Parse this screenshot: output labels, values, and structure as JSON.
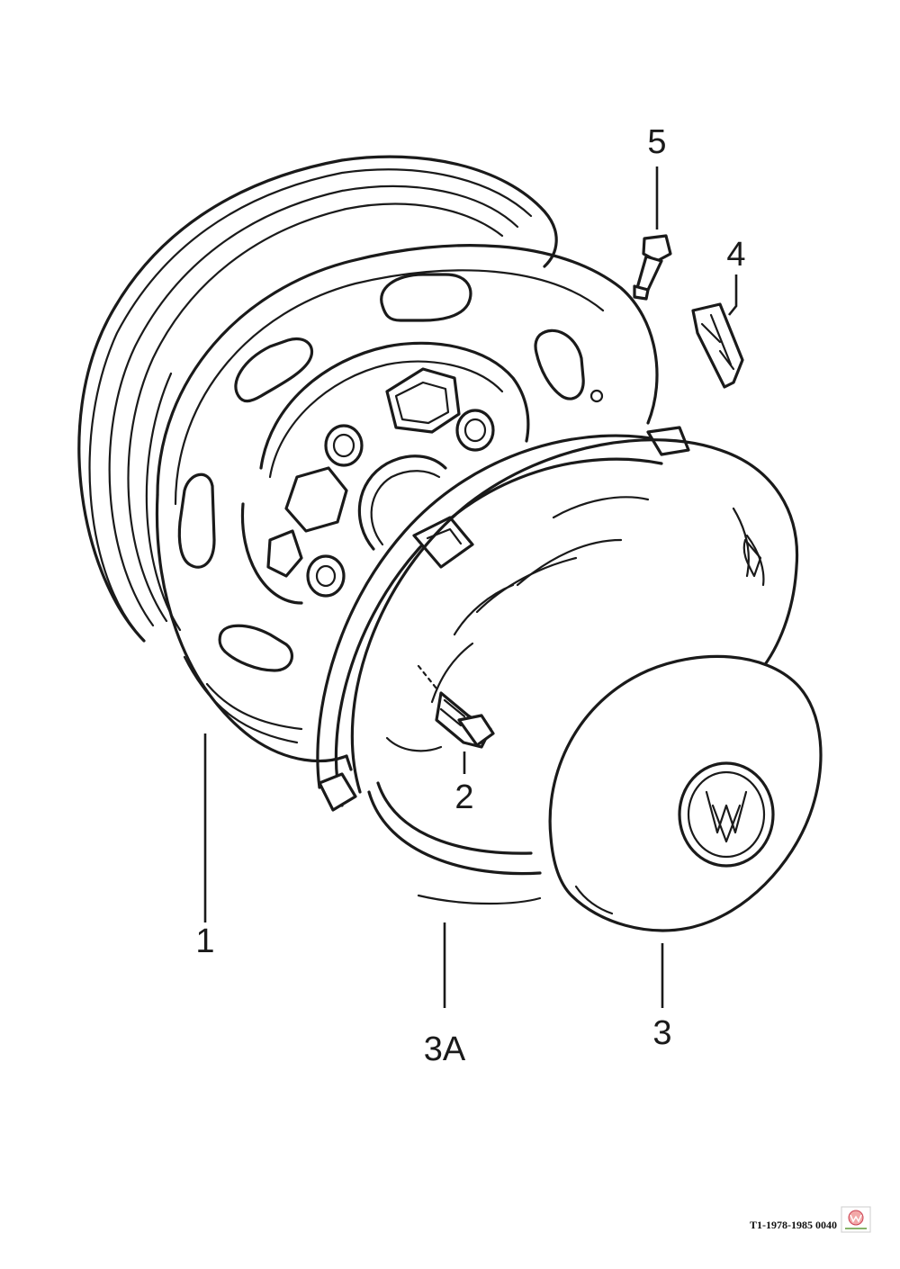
{
  "diagram": {
    "title": "Wheel and hubcap exploded view",
    "parts": [
      {
        "number": "1",
        "name": "wheel-rim"
      },
      {
        "number": "2",
        "name": "bolt"
      },
      {
        "number": "3",
        "name": "hubcap"
      },
      {
        "number": "3A",
        "name": "trim-ring"
      },
      {
        "number": "4",
        "name": "clip"
      },
      {
        "number": "5",
        "name": "valve"
      }
    ]
  },
  "footer": {
    "code": "T1-1978-1985 0040",
    "logo_icon": "vw-club-logo-icon"
  }
}
